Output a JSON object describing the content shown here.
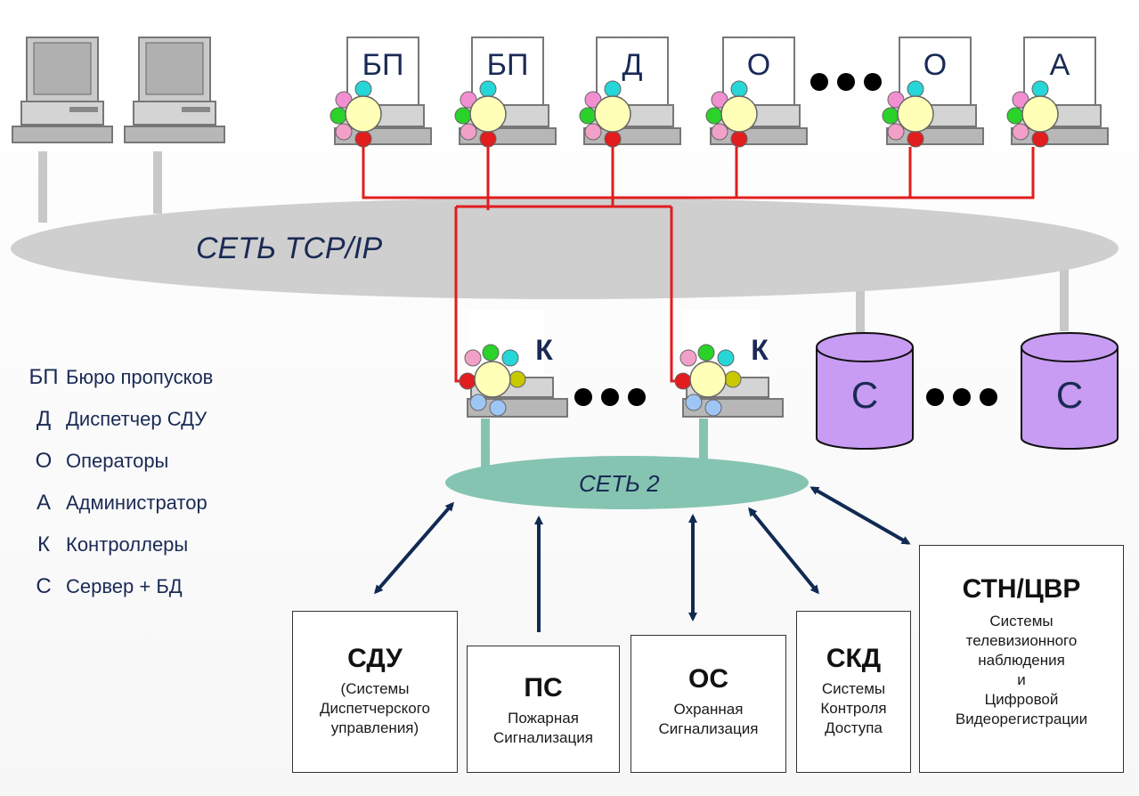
{
  "network_main": "СЕТЬ TCP/IP",
  "network_second": "СЕТЬ 2",
  "workstations": [
    "БП",
    "БП",
    "Д",
    "О",
    "О",
    "А"
  ],
  "controllers": [
    "К",
    "К"
  ],
  "servers": [
    "С",
    "С"
  ],
  "legend": [
    {
      "code": "БП",
      "desc": "Бюро пропусков"
    },
    {
      "code": "Д",
      "desc": "Диспетчер СДУ"
    },
    {
      "code": "О",
      "desc": "Операторы"
    },
    {
      "code": "А",
      "desc": "Администратор"
    },
    {
      "code": "К",
      "desc": "Контроллеры"
    },
    {
      "code": "С",
      "desc": "Сервер + БД"
    }
  ],
  "systems": {
    "sdu": {
      "title": "СДУ",
      "lines": [
        "(Системы",
        "Диспетчерского",
        "управления)"
      ]
    },
    "ps": {
      "title": "ПС",
      "lines": [
        "Пожарная",
        "Сигнализация"
      ]
    },
    "os": {
      "title": "ОС",
      "lines": [
        "Охранная",
        "Сигнализация"
      ]
    },
    "skd": {
      "title": "СКД",
      "lines": [
        "Системы",
        "Контроля",
        "Доступа"
      ]
    },
    "stn": {
      "title": "СТН/ЦВР",
      "lines": [
        "Системы",
        "телевизионного",
        "наблюдения",
        "и",
        "Цифровой",
        "Видеорегистрации"
      ]
    }
  },
  "colors": {
    "network_main": "#cfcfcf",
    "network_second": "#86c4b2",
    "link_red": "#e11d1d",
    "server_purple": "#c79cf2",
    "arrow": "#102a52"
  }
}
